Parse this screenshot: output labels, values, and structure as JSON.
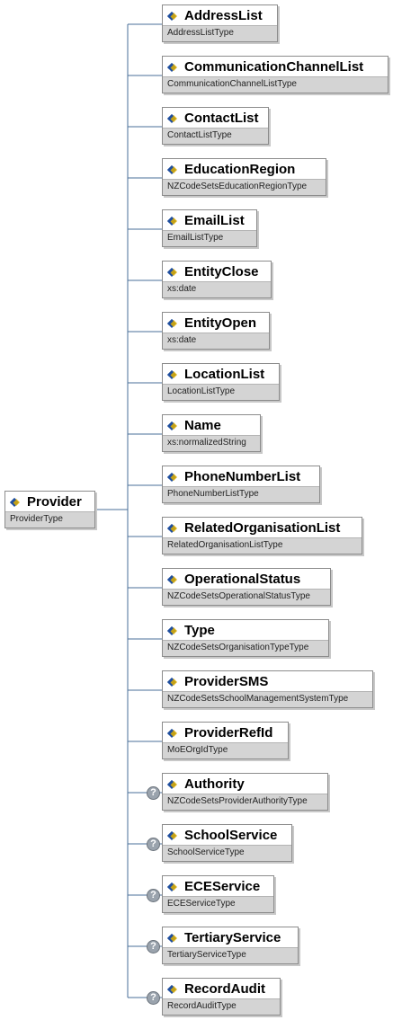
{
  "root": {
    "name": "Provider",
    "type": "ProviderType"
  },
  "children": [
    {
      "name": "AddressList",
      "type": "AddressListType",
      "optional": false
    },
    {
      "name": "CommunicationChannelList",
      "type": "CommunicationChannelListType",
      "optional": false
    },
    {
      "name": "ContactList",
      "type": "ContactListType",
      "optional": false
    },
    {
      "name": "EducationRegion",
      "type": "NZCodeSetsEducationRegionType",
      "optional": false
    },
    {
      "name": "EmailList",
      "type": "EmailListType",
      "optional": false
    },
    {
      "name": "EntityClose",
      "type": "xs:date",
      "optional": false
    },
    {
      "name": "EntityOpen",
      "type": "xs:date",
      "optional": false
    },
    {
      "name": "LocationList",
      "type": "LocationListType",
      "optional": false
    },
    {
      "name": "Name",
      "type": "xs:normalizedString",
      "optional": false
    },
    {
      "name": "PhoneNumberList",
      "type": "PhoneNumberListType",
      "optional": false
    },
    {
      "name": "RelatedOrganisationList",
      "type": "RelatedOrganisationListType",
      "optional": false
    },
    {
      "name": "OperationalStatus",
      "type": "NZCodeSetsOperationalStatusType",
      "optional": false
    },
    {
      "name": "Type",
      "type": "NZCodeSetsOrganisationTypeType",
      "optional": false
    },
    {
      "name": "ProviderSMS",
      "type": "NZCodeSetsSchoolManagementSystemType",
      "optional": false
    },
    {
      "name": "ProviderRefId",
      "type": "MoEOrgIdType",
      "optional": false
    },
    {
      "name": "Authority",
      "type": "NZCodeSetsProviderAuthorityType",
      "optional": true
    },
    {
      "name": "SchoolService",
      "type": "SchoolServiceType",
      "optional": true
    },
    {
      "name": "ECEService",
      "type": "ECEServiceType",
      "optional": true
    },
    {
      "name": "TertiaryService",
      "type": "TertiaryServiceType",
      "optional": true
    },
    {
      "name": "RecordAudit",
      "type": "RecordAuditType",
      "optional": true
    }
  ],
  "optional_marker": "?",
  "icon": "element-diamond-icon",
  "colors": {
    "line": "#4a6f99",
    "type_band": "#d4d4d4",
    "icon_blue": "#1f4e9e",
    "icon_gold": "#e0b000"
  }
}
